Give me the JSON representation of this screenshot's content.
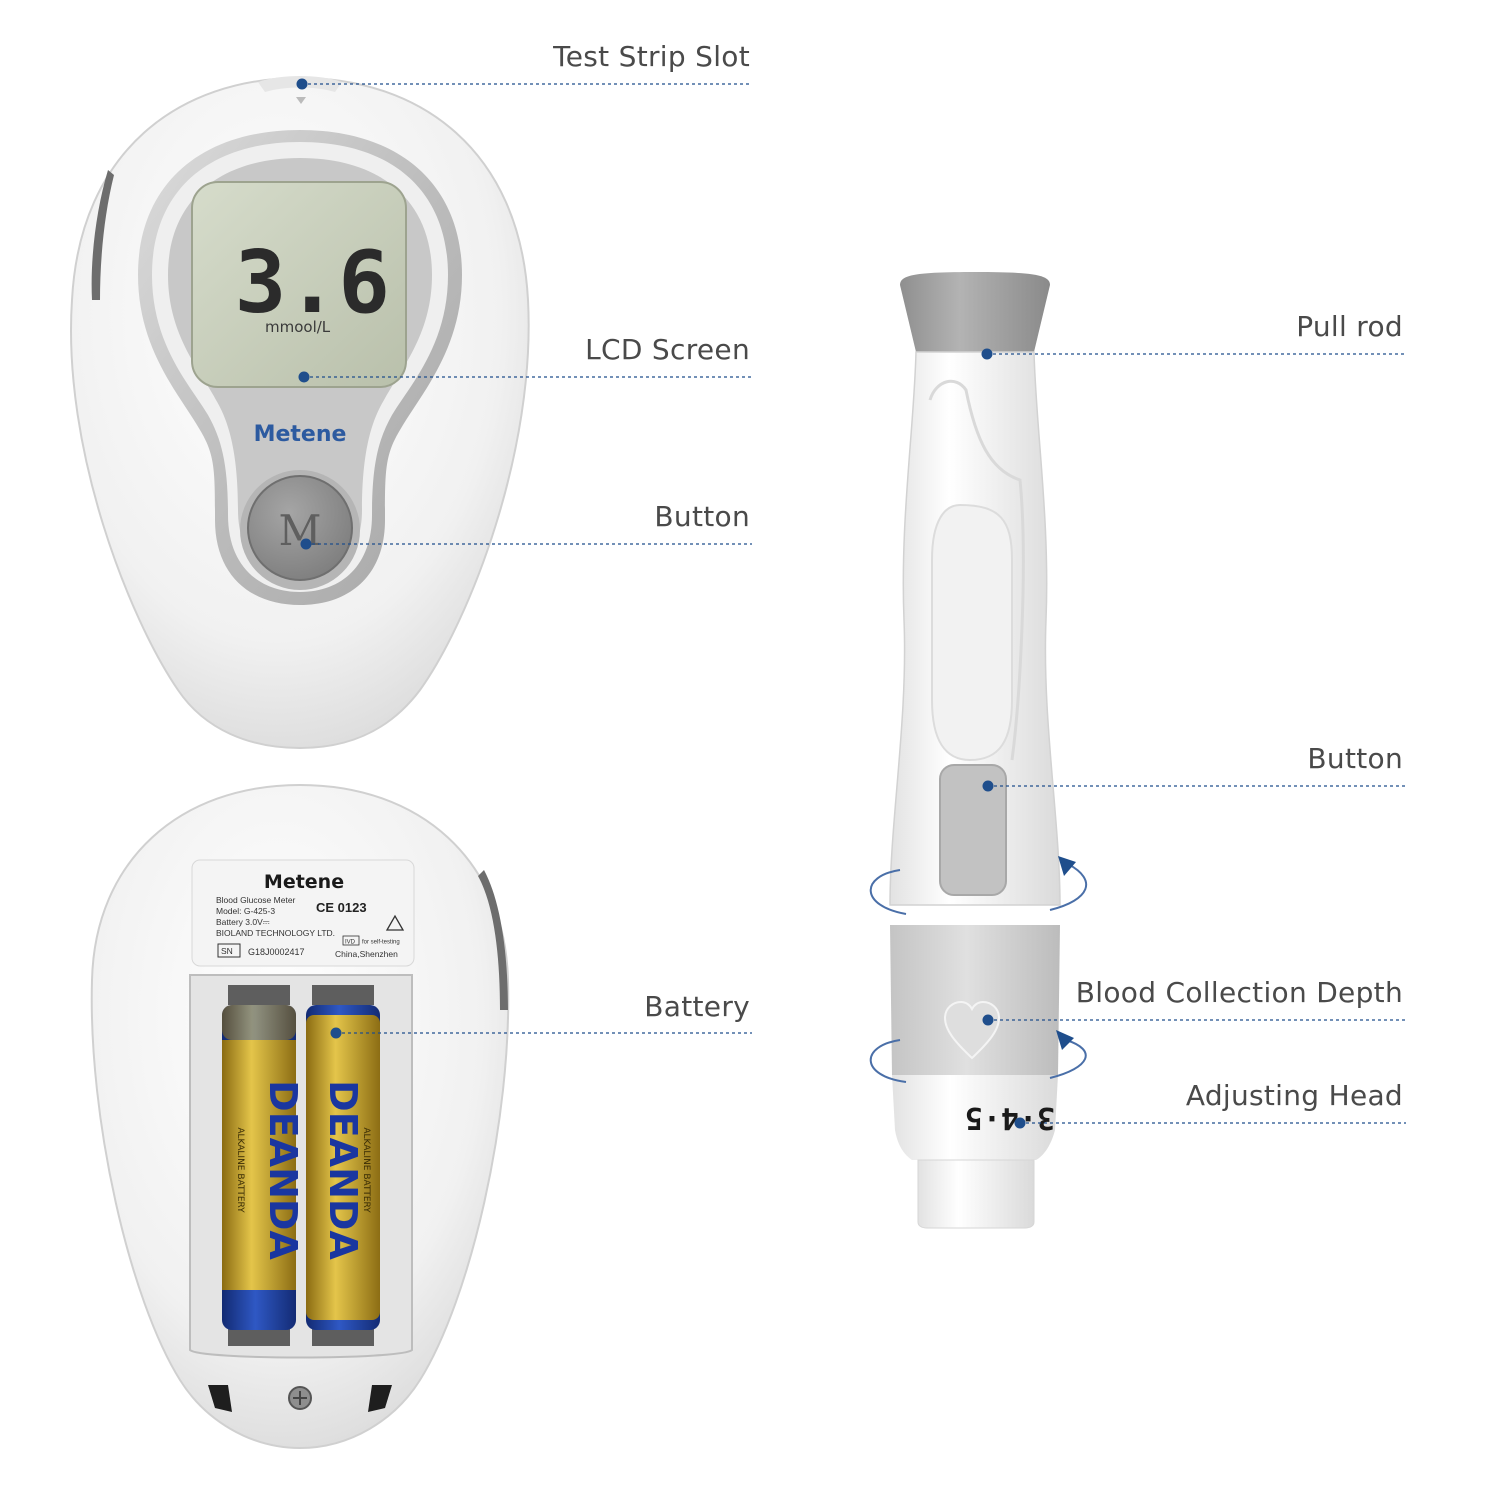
{
  "callouts": {
    "test_strip_slot": "Test Strip Slot",
    "lcd_screen": "LCD Screen",
    "meter_button": "Button",
    "battery": "Battery",
    "pull_rod": "Pull rod",
    "lancet_button": "Button",
    "blood_collection_depth": "Blood Collection Depth",
    "adjusting_head": "Adjusting Head"
  },
  "meter_front": {
    "reading": "3.6",
    "unit": "mmool/L",
    "brand": "Metene",
    "button_letter": "M"
  },
  "meter_back": {
    "brand": "Metene",
    "label_lines": [
      "Blood Glucose Meter",
      "Model: G-425-3",
      "Battery 3.0V⎓",
      "BIOLAND TECHNOLOGY LTD."
    ],
    "ce_mark": "CE 0123",
    "sn_tag": "SN",
    "serial": "G18J0002417",
    "ivd_tag": "IVD",
    "self_testing": "for self-testing",
    "origin": "China,Shenzhen",
    "battery_brand": "DEANDA",
    "battery_type": "ALKALINE BATTERY"
  },
  "lancet": {
    "depth_scale": "3·4·5"
  },
  "colors": {
    "dot": "#1f4e8c",
    "body_white": "#f7f7f7",
    "silver": "#b9b9b9",
    "lcd": "#c9cfbd",
    "grey_cap": "#9a9a9a",
    "battery_gold": "#c9a52a",
    "battery_blue": "#1f3f9a"
  }
}
